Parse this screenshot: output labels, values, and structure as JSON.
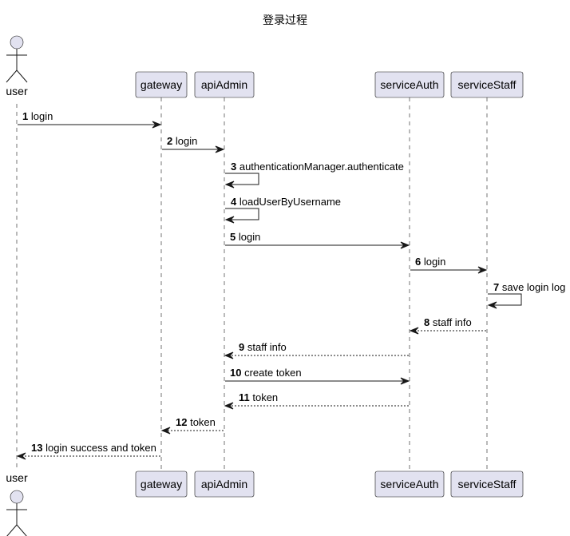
{
  "title": "登录过程",
  "participants": [
    {
      "id": "user",
      "label": "user",
      "kind": "actor"
    },
    {
      "id": "gateway",
      "label": "gateway",
      "kind": "participant"
    },
    {
      "id": "apiAdmin",
      "label": "apiAdmin",
      "kind": "participant"
    },
    {
      "id": "serviceAuth",
      "label": "serviceAuth",
      "kind": "participant"
    },
    {
      "id": "serviceStaff",
      "label": "serviceStaff",
      "kind": "participant"
    }
  ],
  "messages": [
    {
      "num": "1",
      "text": "login",
      "from": "user",
      "to": "gateway",
      "style": "solid"
    },
    {
      "num": "2",
      "text": "login",
      "from": "gateway",
      "to": "apiAdmin",
      "style": "solid"
    },
    {
      "num": "3",
      "text": "authenticationManager.authenticate",
      "from": "apiAdmin",
      "to": "apiAdmin",
      "style": "self"
    },
    {
      "num": "4",
      "text": "loadUserByUsername",
      "from": "apiAdmin",
      "to": "apiAdmin",
      "style": "self"
    },
    {
      "num": "5",
      "text": "login",
      "from": "apiAdmin",
      "to": "serviceAuth",
      "style": "solid"
    },
    {
      "num": "6",
      "text": "login",
      "from": "serviceAuth",
      "to": "serviceStaff",
      "style": "solid"
    },
    {
      "num": "7",
      "text": "save login log",
      "from": "serviceStaff",
      "to": "serviceStaff",
      "style": "self"
    },
    {
      "num": "8",
      "text": "staff info",
      "from": "serviceStaff",
      "to": "serviceAuth",
      "style": "dashed"
    },
    {
      "num": "9",
      "text": "staff info",
      "from": "serviceAuth",
      "to": "apiAdmin",
      "style": "dashed"
    },
    {
      "num": "10",
      "text": "create token",
      "from": "apiAdmin",
      "to": "serviceAuth",
      "style": "solid"
    },
    {
      "num": "11",
      "text": "token",
      "from": "serviceAuth",
      "to": "apiAdmin",
      "style": "dashed"
    },
    {
      "num": "12",
      "text": "token",
      "from": "apiAdmin",
      "to": "gateway",
      "style": "dashed"
    },
    {
      "num": "13",
      "text": "login success and token",
      "from": "gateway",
      "to": "user",
      "style": "dashed"
    }
  ]
}
